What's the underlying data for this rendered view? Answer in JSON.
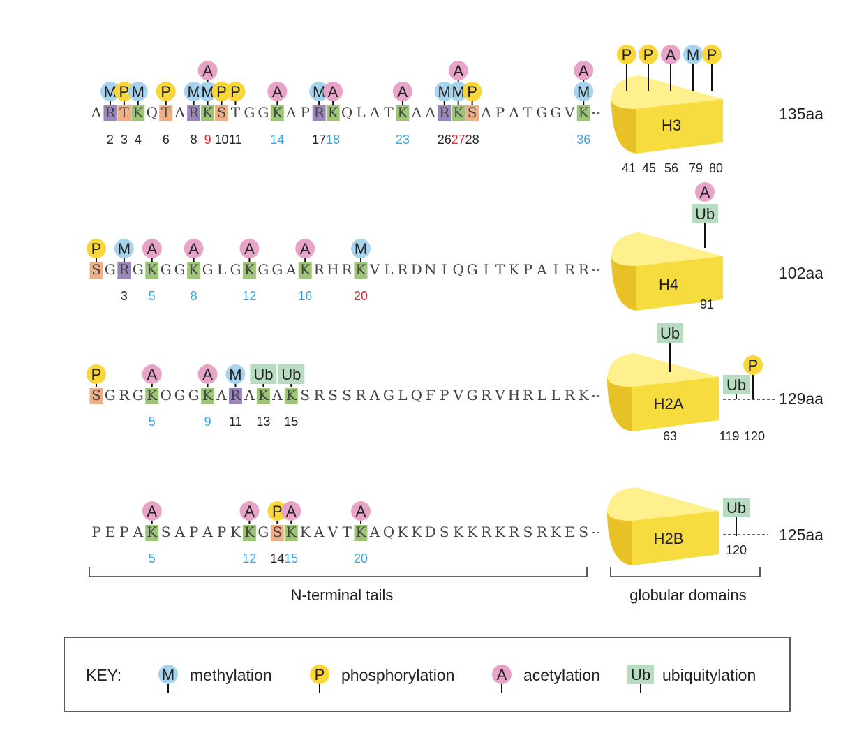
{
  "colors": {
    "methyl": "#a6d3ee",
    "phospho": "#f9d63a",
    "acetyl": "#e8a4c8",
    "ubiquityl": "#b7dcc1",
    "res_K": "#9cc676",
    "res_R": "#9a86bd",
    "res_ST": "#eeaf86",
    "num_blue": "#3ea2dd",
    "num_red": "#e0262c",
    "num_black": "#222222",
    "domain_top": "#fdf08d",
    "domain_front": "#f7dc3f",
    "domain_side": "#e8c126"
  },
  "mark_letters": {
    "M": "M",
    "P": "P",
    "A": "A",
    "Ub": "Ub"
  },
  "histones": [
    {
      "name": "H3",
      "length": "135aa",
      "sequence": "ARTKQTARKSTGGKAPRKQLATKAARKSAPATGGVK",
      "highlight": [
        [
          1,
          "R"
        ],
        [
          2,
          "ST"
        ],
        [
          3,
          "K"
        ],
        [
          5,
          "ST"
        ],
        [
          7,
          "R"
        ],
        [
          8,
          "K"
        ],
        [
          9,
          "ST"
        ],
        [
          13,
          "K"
        ],
        [
          16,
          "R"
        ],
        [
          17,
          "K"
        ],
        [
          22,
          "K"
        ],
        [
          25,
          "R"
        ],
        [
          26,
          "K"
        ],
        [
          27,
          "ST"
        ],
        [
          35,
          "K"
        ]
      ],
      "labels": [
        [
          1,
          "2",
          "black"
        ],
        [
          2,
          "3",
          "black"
        ],
        [
          3,
          "4",
          "black"
        ],
        [
          5,
          "6",
          "black"
        ],
        [
          7,
          "8",
          "black"
        ],
        [
          8,
          "9",
          "red"
        ],
        [
          9,
          "10",
          "black"
        ],
        [
          10,
          "11",
          "black"
        ],
        [
          13,
          "14",
          "blue"
        ],
        [
          16,
          "17",
          "black"
        ],
        [
          17,
          "18",
          "blue"
        ],
        [
          22,
          "23",
          "blue"
        ],
        [
          25,
          "26",
          "black"
        ],
        [
          26,
          "27",
          "red"
        ],
        [
          27,
          "28",
          "black"
        ],
        [
          35,
          "36",
          "blue"
        ]
      ],
      "marks": [
        [
          1,
          [
            "M"
          ]
        ],
        [
          2,
          [
            "P"
          ]
        ],
        [
          3,
          [
            "M"
          ]
        ],
        [
          5,
          [
            "P"
          ]
        ],
        [
          7,
          [
            "M"
          ]
        ],
        [
          8,
          [
            "M",
            "A"
          ]
        ],
        [
          9,
          [
            "P"
          ]
        ],
        [
          10,
          [
            "P"
          ]
        ],
        [
          13,
          [
            "A"
          ]
        ],
        [
          16,
          [
            "M"
          ]
        ],
        [
          17,
          [
            "A"
          ]
        ],
        [
          22,
          [
            "A"
          ]
        ],
        [
          25,
          [
            "M"
          ]
        ],
        [
          26,
          [
            "M",
            "A"
          ]
        ],
        [
          27,
          [
            "P"
          ]
        ],
        [
          35,
          [
            "M",
            "A"
          ]
        ]
      ],
      "domain_sites": [
        "41",
        "45",
        "56",
        "79",
        "80"
      ],
      "domain_marks": [
        [
          "P"
        ],
        [
          "P"
        ],
        [
          "A"
        ],
        [
          "M"
        ],
        [
          "P"
        ]
      ]
    },
    {
      "name": "H4",
      "length": "102aa",
      "sequence": "SGRGKGGKGLGKGGAKRHRKVLRDNIQGITKPAIRR",
      "highlight": [
        [
          0,
          "ST"
        ],
        [
          2,
          "R"
        ],
        [
          4,
          "K"
        ],
        [
          7,
          "K"
        ],
        [
          11,
          "K"
        ],
        [
          15,
          "K"
        ],
        [
          19,
          "K"
        ]
      ],
      "labels": [
        [
          2,
          "3",
          "black"
        ],
        [
          4,
          "5",
          "blue"
        ],
        [
          7,
          "8",
          "blue"
        ],
        [
          11,
          "12",
          "blue"
        ],
        [
          15,
          "16",
          "blue"
        ],
        [
          19,
          "20",
          "red"
        ]
      ],
      "marks": [
        [
          0,
          [
            "P"
          ]
        ],
        [
          2,
          [
            "M"
          ]
        ],
        [
          4,
          [
            "A"
          ]
        ],
        [
          7,
          [
            "A"
          ]
        ],
        [
          11,
          [
            "A"
          ]
        ],
        [
          15,
          [
            "A"
          ]
        ],
        [
          19,
          [
            "M"
          ]
        ]
      ],
      "domain_sites": [
        "91"
      ],
      "domain_marks": [
        [
          "Ub",
          "A"
        ]
      ]
    },
    {
      "name": "H2A",
      "length": "129aa",
      "sequence": "SGRGKOGGKARAKAKSRSSRAGLQFPVGRVHRLLRK",
      "highlight": [
        [
          0,
          "ST"
        ],
        [
          4,
          "K"
        ],
        [
          8,
          "K"
        ],
        [
          10,
          "R"
        ],
        [
          12,
          "K"
        ],
        [
          14,
          "K"
        ]
      ],
      "labels": [
        [
          4,
          "5",
          "blue"
        ],
        [
          8,
          "9",
          "blue"
        ],
        [
          10,
          "11",
          "black"
        ],
        [
          12,
          "13",
          "black"
        ],
        [
          14,
          "15",
          "black"
        ]
      ],
      "marks": [
        [
          0,
          [
            "P"
          ]
        ],
        [
          4,
          [
            "A"
          ]
        ],
        [
          8,
          [
            "A"
          ]
        ],
        [
          10,
          [
            "M"
          ]
        ],
        [
          12,
          [
            "Ub"
          ]
        ],
        [
          14,
          [
            "Ub"
          ]
        ]
      ],
      "domain_sites": [
        "63",
        "119",
        "120"
      ],
      "domain_marks": [
        [
          "Ub"
        ],
        [
          "Ub"
        ],
        [
          "P"
        ]
      ]
    },
    {
      "name": "H2B",
      "length": "125aa",
      "sequence": "PEPAKSAPAPKKGSKKAVTKAQKKDSKKRKRSRKES",
      "highlight": [
        [
          4,
          "K"
        ],
        [
          11,
          "K"
        ],
        [
          13,
          "ST"
        ],
        [
          14,
          "K"
        ],
        [
          19,
          "K"
        ]
      ],
      "labels": [
        [
          4,
          "5",
          "blue"
        ],
        [
          11,
          "12",
          "blue"
        ],
        [
          13,
          "14",
          "black"
        ],
        [
          14,
          "15",
          "blue"
        ],
        [
          19,
          "20",
          "blue"
        ]
      ],
      "marks": [
        [
          4,
          [
            "A"
          ]
        ],
        [
          11,
          [
            "A"
          ]
        ],
        [
          13,
          [
            "P"
          ]
        ],
        [
          14,
          [
            "A"
          ]
        ],
        [
          19,
          [
            "A"
          ]
        ]
      ],
      "domain_sites": [
        "120"
      ],
      "domain_marks": [
        [
          "Ub"
        ]
      ]
    }
  ],
  "brackets": {
    "tails": "N-terminal tails",
    "domains": "globular domains"
  },
  "key": {
    "title": "KEY:",
    "items": [
      {
        "symbol": "M",
        "label": "methylation"
      },
      {
        "symbol": "P",
        "label": "phosphorylation"
      },
      {
        "symbol": "A",
        "label": "acetylation"
      },
      {
        "symbol": "Ub",
        "label": "ubiquitylation"
      }
    ]
  }
}
